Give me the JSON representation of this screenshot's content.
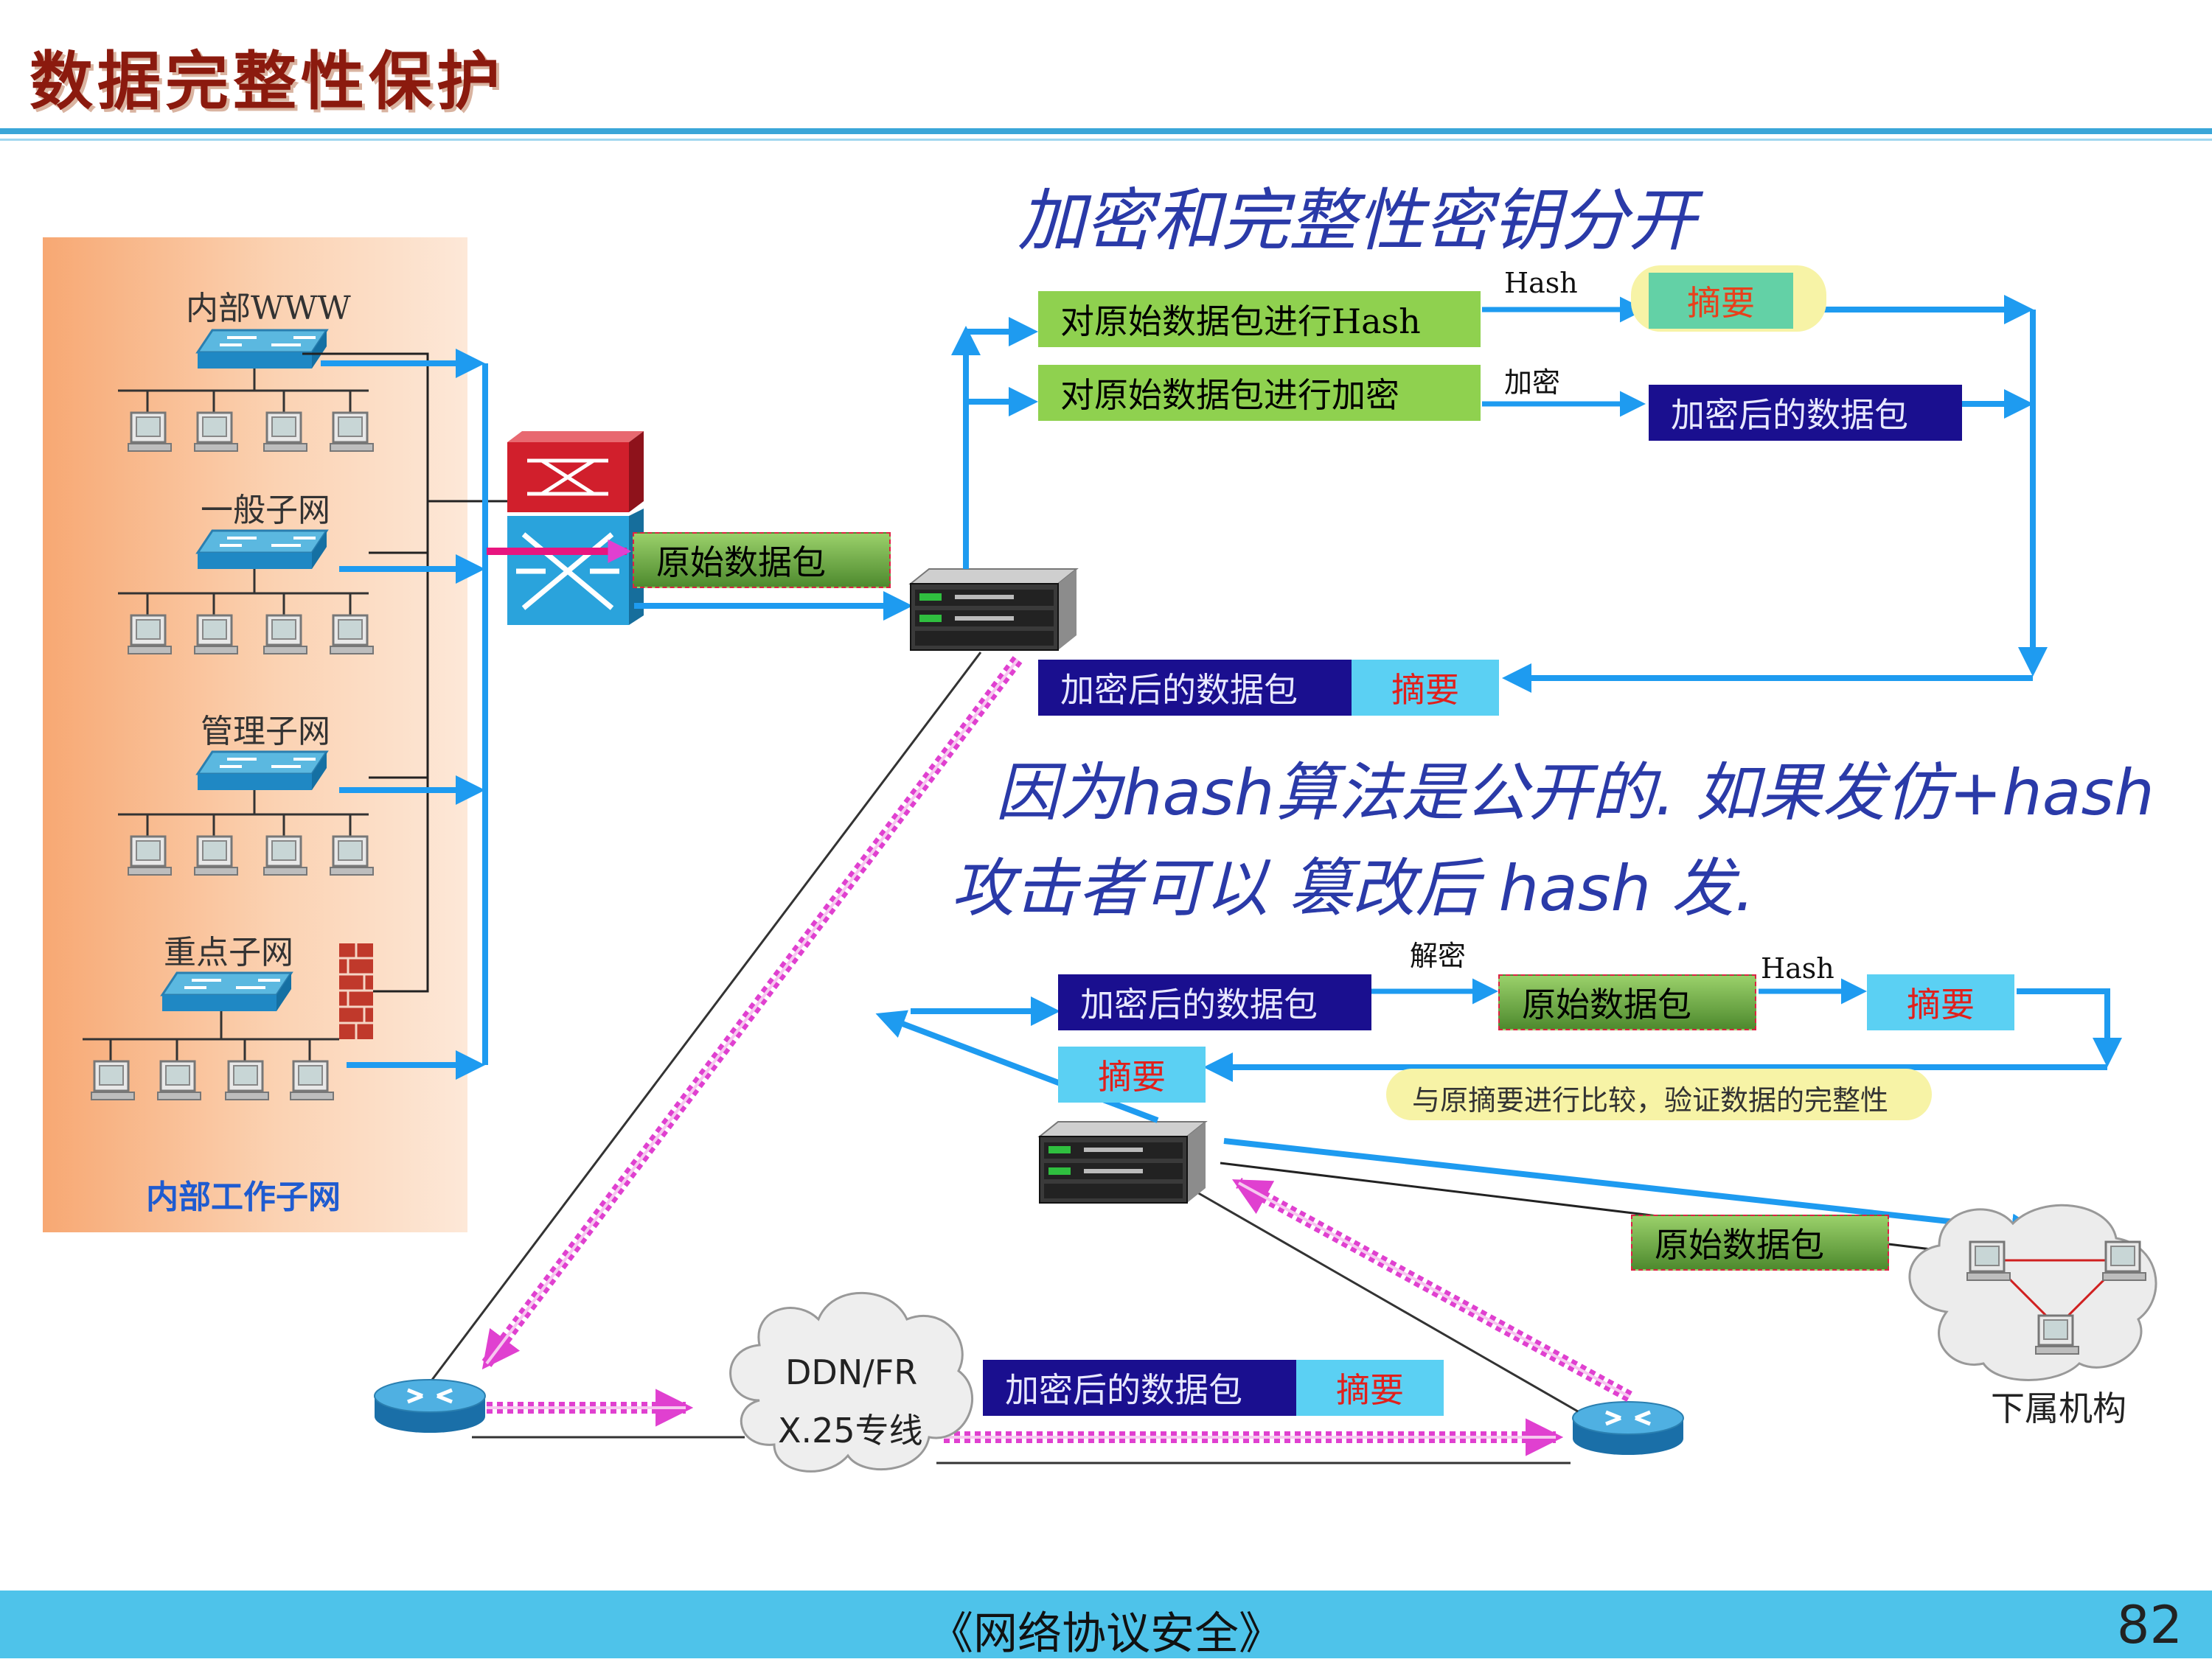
{
  "slide": {
    "title": "数据完整性保护",
    "footer": "《网络协议安全》",
    "page_number": "82"
  },
  "internal_network": {
    "caption": "内部工作子网",
    "subnets": [
      "内部WWW",
      "一般子网",
      "管理子网",
      "重点子网"
    ]
  },
  "sender_flow": {
    "packet_label": "原始数据包",
    "hash_step": "对原始数据包进行Hash",
    "encrypt_step": "对原始数据包进行加密",
    "hash_arrow_label": "Hash",
    "encrypt_arrow_label": "加密",
    "digest": "摘要",
    "encrypted_packet": "加密后的数据包",
    "combined_encrypted": "加密后的数据包",
    "combined_digest": "摘要"
  },
  "wan": {
    "cloud_line1": "DDN/FR",
    "cloud_line2": "X.25专线",
    "encrypted_packet": "加密后的数据包",
    "digest": "摘要"
  },
  "receiver_flow": {
    "decrypt_arrow_label": "解密",
    "hash_arrow_label": "Hash",
    "encrypted_packet": "加密后的数据包",
    "original_packet": "原始数据包",
    "digest_new": "摘要",
    "digest_received": "摘要",
    "compare_note": "与原摘要进行比较，验证数据的完整性",
    "delivered_packet": "原始数据包",
    "branch_label": "下属机构"
  },
  "handwriting": {
    "line1": "加密和完整性密钥分开",
    "line2": "因为hash算法是公开的. 如果发仿+hash",
    "line3": "攻击者可以 篡改后 hash 发."
  },
  "colors": {
    "arrow": "#1e9bf0",
    "panel": "#f7a873",
    "title": "#8b1a0e",
    "magenta_link": "#e040d0",
    "handwriting": "#2a3aa8"
  },
  "icons": [
    "switch-icon",
    "computer-icon",
    "firewall-icon",
    "core-switch-icon",
    "encryption-device-icon",
    "router-icon",
    "cloud-icon"
  ]
}
